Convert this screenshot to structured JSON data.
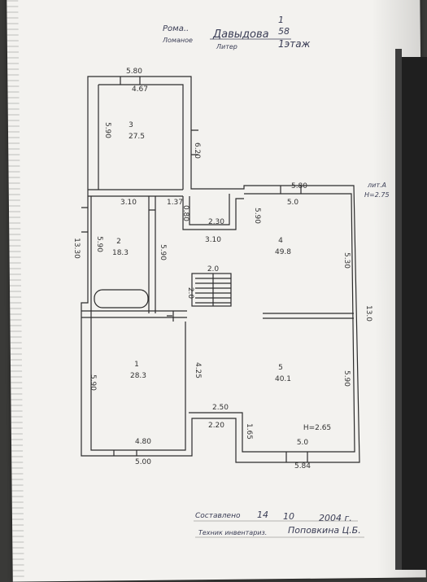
{
  "header": {
    "line1_a": "Рома..",
    "line1_b": "1",
    "line2_a": "Ломаное",
    "line2_b": "Давыдова",
    "line2_c": "58",
    "line3_a": "Литер",
    "line3_b": "1этаж"
  },
  "side_note": {
    "line1": "лит.А",
    "line2": "Н=2.75"
  },
  "rooms": [
    {
      "id": "3",
      "area": "27.5"
    },
    {
      "id": "2",
      "area": "18.3"
    },
    {
      "id": "4",
      "area": "49.8"
    },
    {
      "id": "1",
      "area": "28.3"
    },
    {
      "id": "5",
      "area": "40.1"
    }
  ],
  "dimensions": {
    "top_outer": "5.80",
    "top_inner": "4.67",
    "r3_left": "5.90",
    "r3_right": "6.20",
    "r2_top": "3.10",
    "r2_small": "1.37",
    "r2_left": "5.90",
    "r2_right": "5.90",
    "left_outer": "13.30",
    "notch": "0.80",
    "notch_top": "2.30",
    "notch_side": "5.90",
    "notch_bottom": "3.10",
    "r4_top": "5.80",
    "r4_top_inner": "5.0",
    "r4_right": "5.30",
    "right_outer": "13.0",
    "stair": "2.0",
    "stair_side": "2.0",
    "r1_left": "5.90",
    "r1_right": "4.25",
    "r1_bottom_inner": "4.80",
    "r1_bottom_outer": "5.00",
    "porch_top": "2.50",
    "porch_inner": "2.20",
    "porch_side": "1.65",
    "r5_right": "5.90",
    "height_note": "Н=2.65",
    "r5_bottom_inner": "5.0",
    "r5_bottom_outer": "5.84"
  },
  "footer": {
    "date_label": "Составлено",
    "day": "14",
    "month": "10",
    "year": "2004 г.",
    "inspector_label": "Техник инвентариз.",
    "inspector_name": "Поповкина Ц.Б."
  }
}
